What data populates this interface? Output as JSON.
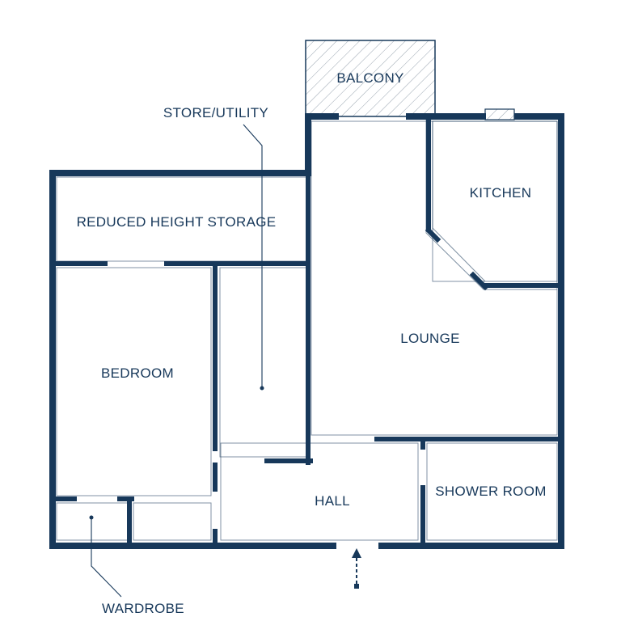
{
  "rooms": {
    "balcony": "BALCONY",
    "store_utility": "STORE/UTILITY",
    "kitchen": "KITCHEN",
    "reduced_height_storage": "REDUCED HEIGHT STORAGE",
    "lounge": "LOUNGE",
    "bedroom": "BEDROOM",
    "hall": "HALL",
    "shower_room": "SHOWER ROOM",
    "wardrobe": "WARDROBE"
  },
  "colors": {
    "wall": "#17385a",
    "background": "#ffffff"
  },
  "icons": {
    "entrance": "entrance-arrow-icon",
    "balcony_hatch": "diagonal-hatch-pattern"
  }
}
